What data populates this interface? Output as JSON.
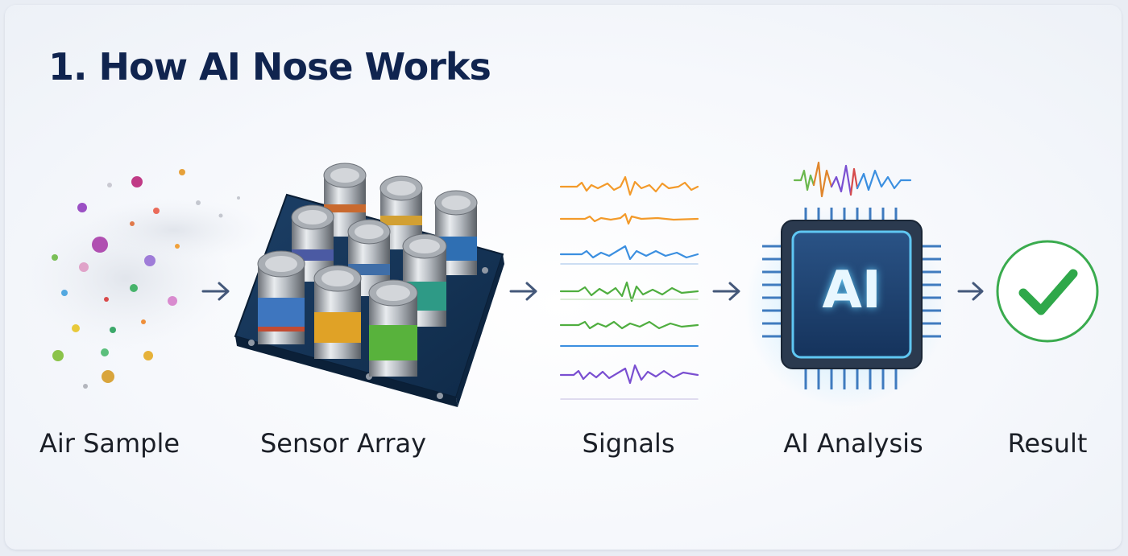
{
  "header": {
    "title": "1. How AI Nose Works"
  },
  "chip": {
    "label": "AI"
  },
  "stages": [
    {
      "label": "Air Sample",
      "icon": "air-particles-icon"
    },
    {
      "label": "Sensor Array",
      "icon": "sensor-board-icon"
    },
    {
      "label": "Signals",
      "icon": "signal-waves-icon"
    },
    {
      "label": "AI Analysis",
      "icon": "ai-chip-icon"
    },
    {
      "label": "Result",
      "icon": "checkmark-circle-icon"
    }
  ],
  "colors": {
    "title": "#10244f",
    "arrow": "#44587a",
    "chip_face": "#1d3f6e",
    "chip_glow": "#5fc6f2",
    "check": "#2fa84a",
    "signal_orange": "#f39a2a",
    "signal_blue": "#3b8fe0",
    "signal_green": "#4fae3f",
    "signal_purple": "#7a4fd1"
  }
}
